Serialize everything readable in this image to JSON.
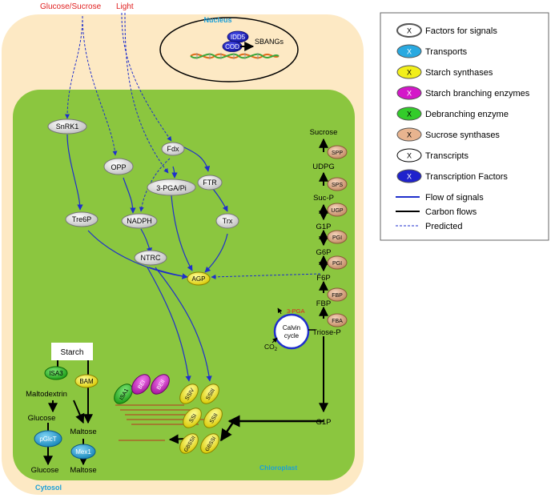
{
  "inputs": {
    "glucose_sucrose": "Glucose/Sucrose",
    "light": "Light"
  },
  "compartments": {
    "nucleus": "Nucleus",
    "chloroplast": "Chloroplast",
    "cytosol": "Cytosol"
  },
  "nucleus": {
    "idd5": "IDD5",
    "cod": "COD",
    "sbangs": "SBANGs"
  },
  "signals": {
    "snrk1": "SnRK1",
    "opp": "OPP",
    "fdx": "Fdx",
    "pga_pi": "3-PGA/Pi",
    "ftr": "FTR",
    "tre6p": "Tre6P",
    "nadph": "NADPH",
    "trx": "Trx",
    "ntrc": "NTRC",
    "agp": "AGP"
  },
  "carbon": {
    "sucrose": "Sucrose",
    "spp": "SPP",
    "udpg": "UDPG",
    "sps": "SPS",
    "suc_p": "Suc-P",
    "ugp": "UGP",
    "g1p": "G1P",
    "pgi": "PGI",
    "g6p": "G6P",
    "f6p": "F6P",
    "fbp_enzyme": "FBP",
    "fbp": "FBP",
    "pga3": "3-PGA",
    "fba": "FBA",
    "triose_p": "Triose-P",
    "calvin": "Calvin",
    "cycle": "cycle",
    "co2": "CO",
    "co2_sub": "2",
    "g1p_bottom": "G1P"
  },
  "synthases": {
    "ssiv": "SSIV",
    "ssiii": "SSIII",
    "ssi": "SSI",
    "ssii": "SSII",
    "gbssii": "GBSSII",
    "gbssi": "GBSSI"
  },
  "branching": {
    "isa1": "ISA1",
    "bei": "BEI",
    "beii": "BEII"
  },
  "degradation": {
    "starch": "Starch",
    "isa3": "ISA3",
    "bam": "BAM",
    "maltodextrin": "Maltodextrin",
    "glucose": "Glucose",
    "maltose": "Maltose",
    "pglct": "pGlcT",
    "mex1": "Mex1",
    "glucose_cyt": "Glucose",
    "maltose_cyt": "Maltose"
  },
  "legend": {
    "items": [
      {
        "label": "Factors for signals",
        "color": "#ffffff",
        "mark": "X"
      },
      {
        "label": "Transports",
        "color": "#29a9e0",
        "mark": "X"
      },
      {
        "label": "Starch synthases",
        "color": "#f2ef1a",
        "mark": "X"
      },
      {
        "label": "Starch branching enzymes",
        "color": "#d417c9",
        "mark": "X"
      },
      {
        "label": "Debranching enzyme",
        "color": "#33cc2a",
        "mark": "X"
      },
      {
        "label": "Sucrose synthases",
        "color": "#e8b48f",
        "mark": "X"
      },
      {
        "label": "Transcripts",
        "color": "#ffffff",
        "mark": "X"
      },
      {
        "label": "Transcription Factors",
        "color": "#1f22cc",
        "mark": "X"
      }
    ],
    "lines": [
      {
        "label": "Flow of signals",
        "color": "#1f2fcc",
        "style": "solid"
      },
      {
        "label": "Carbon flows",
        "color": "#000000",
        "style": "solid"
      },
      {
        "label": "Predicted",
        "color": "#1f2fcc",
        "style": "dashed"
      }
    ]
  },
  "colors": {
    "cytosol": "#fde9c4",
    "chloroplast": "#8bc63f",
    "signal_blue": "#1f2fcc"
  }
}
